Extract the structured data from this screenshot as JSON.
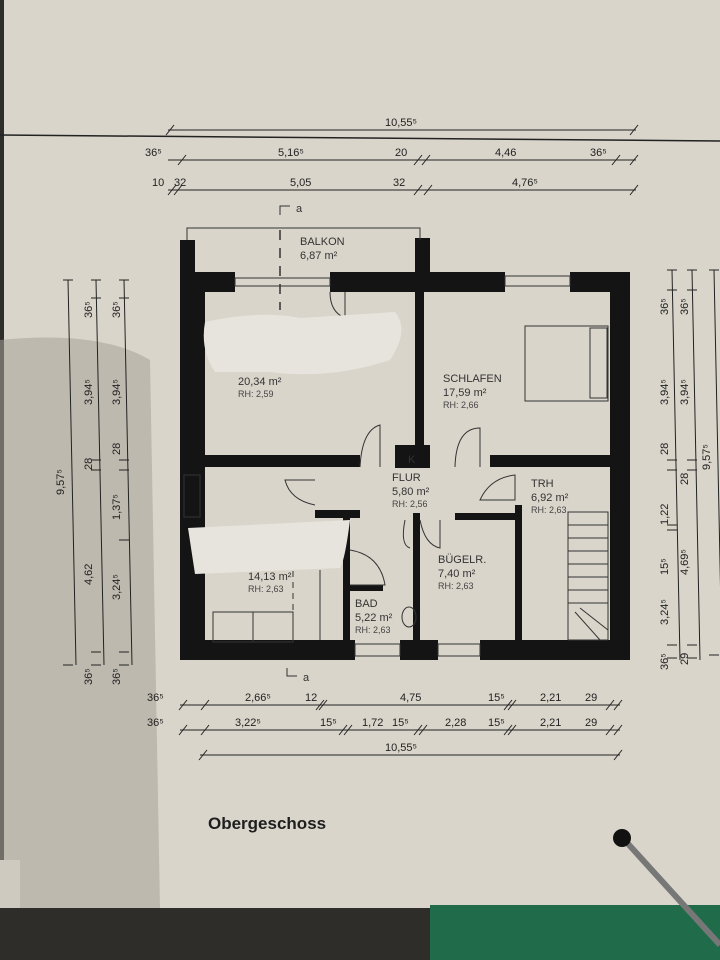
{
  "plan": {
    "title": "Obergeschoss",
    "section_marker": "a",
    "chimney_label": "K",
    "rooms": [
      {
        "name": "BALKON",
        "area": "6,87 m²",
        "rh": ""
      },
      {
        "name": "",
        "area": "20,34 m²",
        "rh": "RH: 2,59"
      },
      {
        "name": "SCHLAFEN",
        "area": "17,59 m²",
        "rh": "RH: 2,66"
      },
      {
        "name": "FLUR",
        "area": "5,80 m²",
        "rh": "RH: 2,56"
      },
      {
        "name": "TRH",
        "area": "6,92 m²",
        "rh": "RH: 2,63"
      },
      {
        "name": "",
        "area": "14,13 m²",
        "rh": "RH: 2,63"
      },
      {
        "name": "BÜGELR.",
        "area": "7,40 m²",
        "rh": "RH: 2,63"
      },
      {
        "name": "BAD",
        "area": "5,22 m²",
        "rh": "RH: 2,63"
      }
    ],
    "dimensions": {
      "top_row1": [
        "10,55⁵"
      ],
      "top_row2": [
        "36⁵",
        "5,16⁵",
        "20",
        "4,46",
        "36⁵"
      ],
      "top_row3": [
        "10",
        "32",
        "5,05",
        "32",
        "4,76⁵"
      ],
      "bottom_row1": [
        "36⁵",
        "2,66⁵",
        "12",
        "4,75",
        "15⁵",
        "2,21",
        "29"
      ],
      "bottom_row2": [
        "36⁵",
        "3,22⁵",
        "15⁵",
        "1,72",
        "15⁵",
        "2,28",
        "15⁵",
        "2,21",
        "29"
      ],
      "bottom_row3": [
        "10,55⁵"
      ],
      "left_col1": [
        "9,57⁵"
      ],
      "left_col2": [
        "36⁵",
        "3,94⁵",
        "28",
        "4,62",
        "36⁵"
      ],
      "left_col3": [
        "36⁵",
        "3,94⁵",
        "28",
        "1,37⁵",
        "3,24⁵",
        "36⁵"
      ],
      "right_col1": [
        "36⁵",
        "3,94⁵",
        "28",
        "1,22",
        "15⁵",
        "3,24⁵",
        "36⁵"
      ],
      "right_col2": [
        "36⁵",
        "3,94⁵",
        "28",
        "4,69⁵",
        "29"
      ],
      "right_col3": [
        "9,57⁵"
      ]
    }
  },
  "colors": {
    "paper": "#d9d5cb",
    "wall": "#141414",
    "background": "#2f2d2a",
    "clip": "#1f6b4a"
  }
}
